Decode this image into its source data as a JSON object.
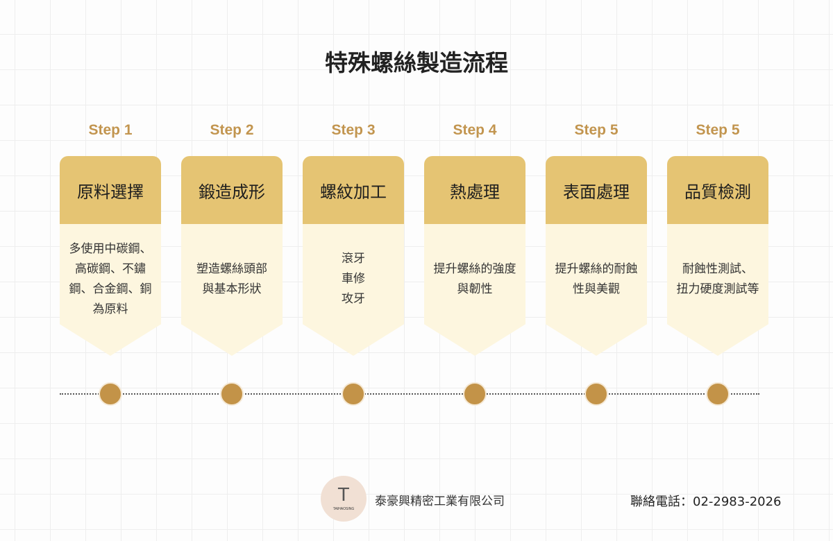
{
  "title": "特殊螺絲製造流程",
  "steps": [
    {
      "step": "Step 1",
      "name": "原料選擇",
      "desc": "多使用中碳鋼、\n高碳鋼、不鏽\n鋼、合金鋼、銅\n為原料"
    },
    {
      "step": "Step 2",
      "name": "鍛造成形",
      "desc": "塑造螺絲頭部\n與基本形狀"
    },
    {
      "step": "Step 3",
      "name": "螺紋加工",
      "desc": "滾牙\n車修\n攻牙"
    },
    {
      "step": "Step 4",
      "name": "熱處理",
      "desc": "提升螺絲的強度\n與韌性"
    },
    {
      "step": "Step 5",
      "name": "表面處理",
      "desc": "提升螺絲的耐蝕\n性與美觀"
    },
    {
      "step": "Step 5",
      "name": "品質檢測",
      "desc": "耐蝕性測試、\n扭力硬度測試等"
    }
  ],
  "footer": {
    "logo_text": "TAIHAOSING",
    "company": "泰豪興精密工業有限公司",
    "phone": "聯絡電話：02-2983-2026"
  },
  "colors": {
    "header": "#e5c473",
    "body": "#fdf6df",
    "accent": "#c2954f"
  }
}
